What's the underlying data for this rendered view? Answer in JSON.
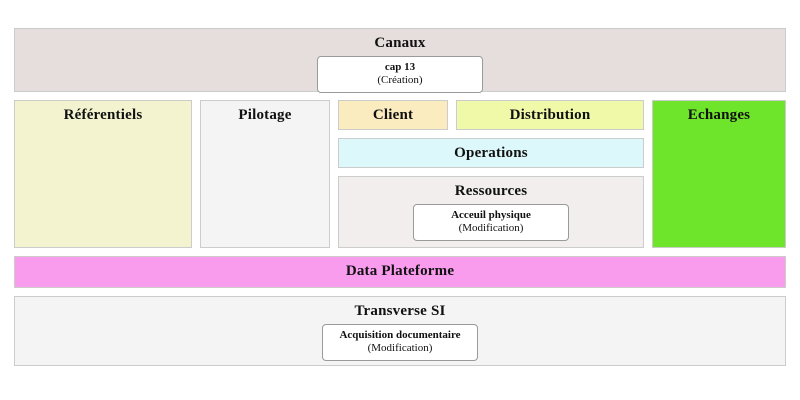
{
  "diagram": {
    "title": "Canaux",
    "colors": {
      "canaux_band": "#e6dddd",
      "referentiels": "#f3f4cf",
      "pilotage": "#f4f4f4",
      "client": "#faecbf",
      "distribution": "#eff9a8",
      "operations": "#ddf8fa",
      "ressources": "#f2eeee",
      "echanges": "#6ee42a",
      "data_plateforme": "#f99cee",
      "transverse_si": "#f4f4f4",
      "border": "#cccccc",
      "leaf_border": "#9a9a9a",
      "text": "#111111",
      "page_background": "#ffffff"
    },
    "rows": {
      "canaux": {
        "label": "Canaux",
        "leaf": {
          "name": "cap 13",
          "state": "(Création)"
        }
      },
      "middle": {
        "referentiels": {
          "label": "Référentiels"
        },
        "pilotage": {
          "label": "Pilotage"
        },
        "client": {
          "label": "Client"
        },
        "distribution": {
          "label": "Distribution"
        },
        "operations": {
          "label": "Operations"
        },
        "ressources": {
          "label": "Ressources",
          "leaf": {
            "name": "Acceuil physique",
            "state": "(Modification)"
          }
        },
        "echanges": {
          "label": "Echanges"
        }
      },
      "data_plateforme": {
        "label": "Data Plateforme"
      },
      "transverse_si": {
        "label": "Transverse SI",
        "leaf": {
          "name": "Acquisition documentaire",
          "state": "(Modification)"
        }
      }
    }
  }
}
